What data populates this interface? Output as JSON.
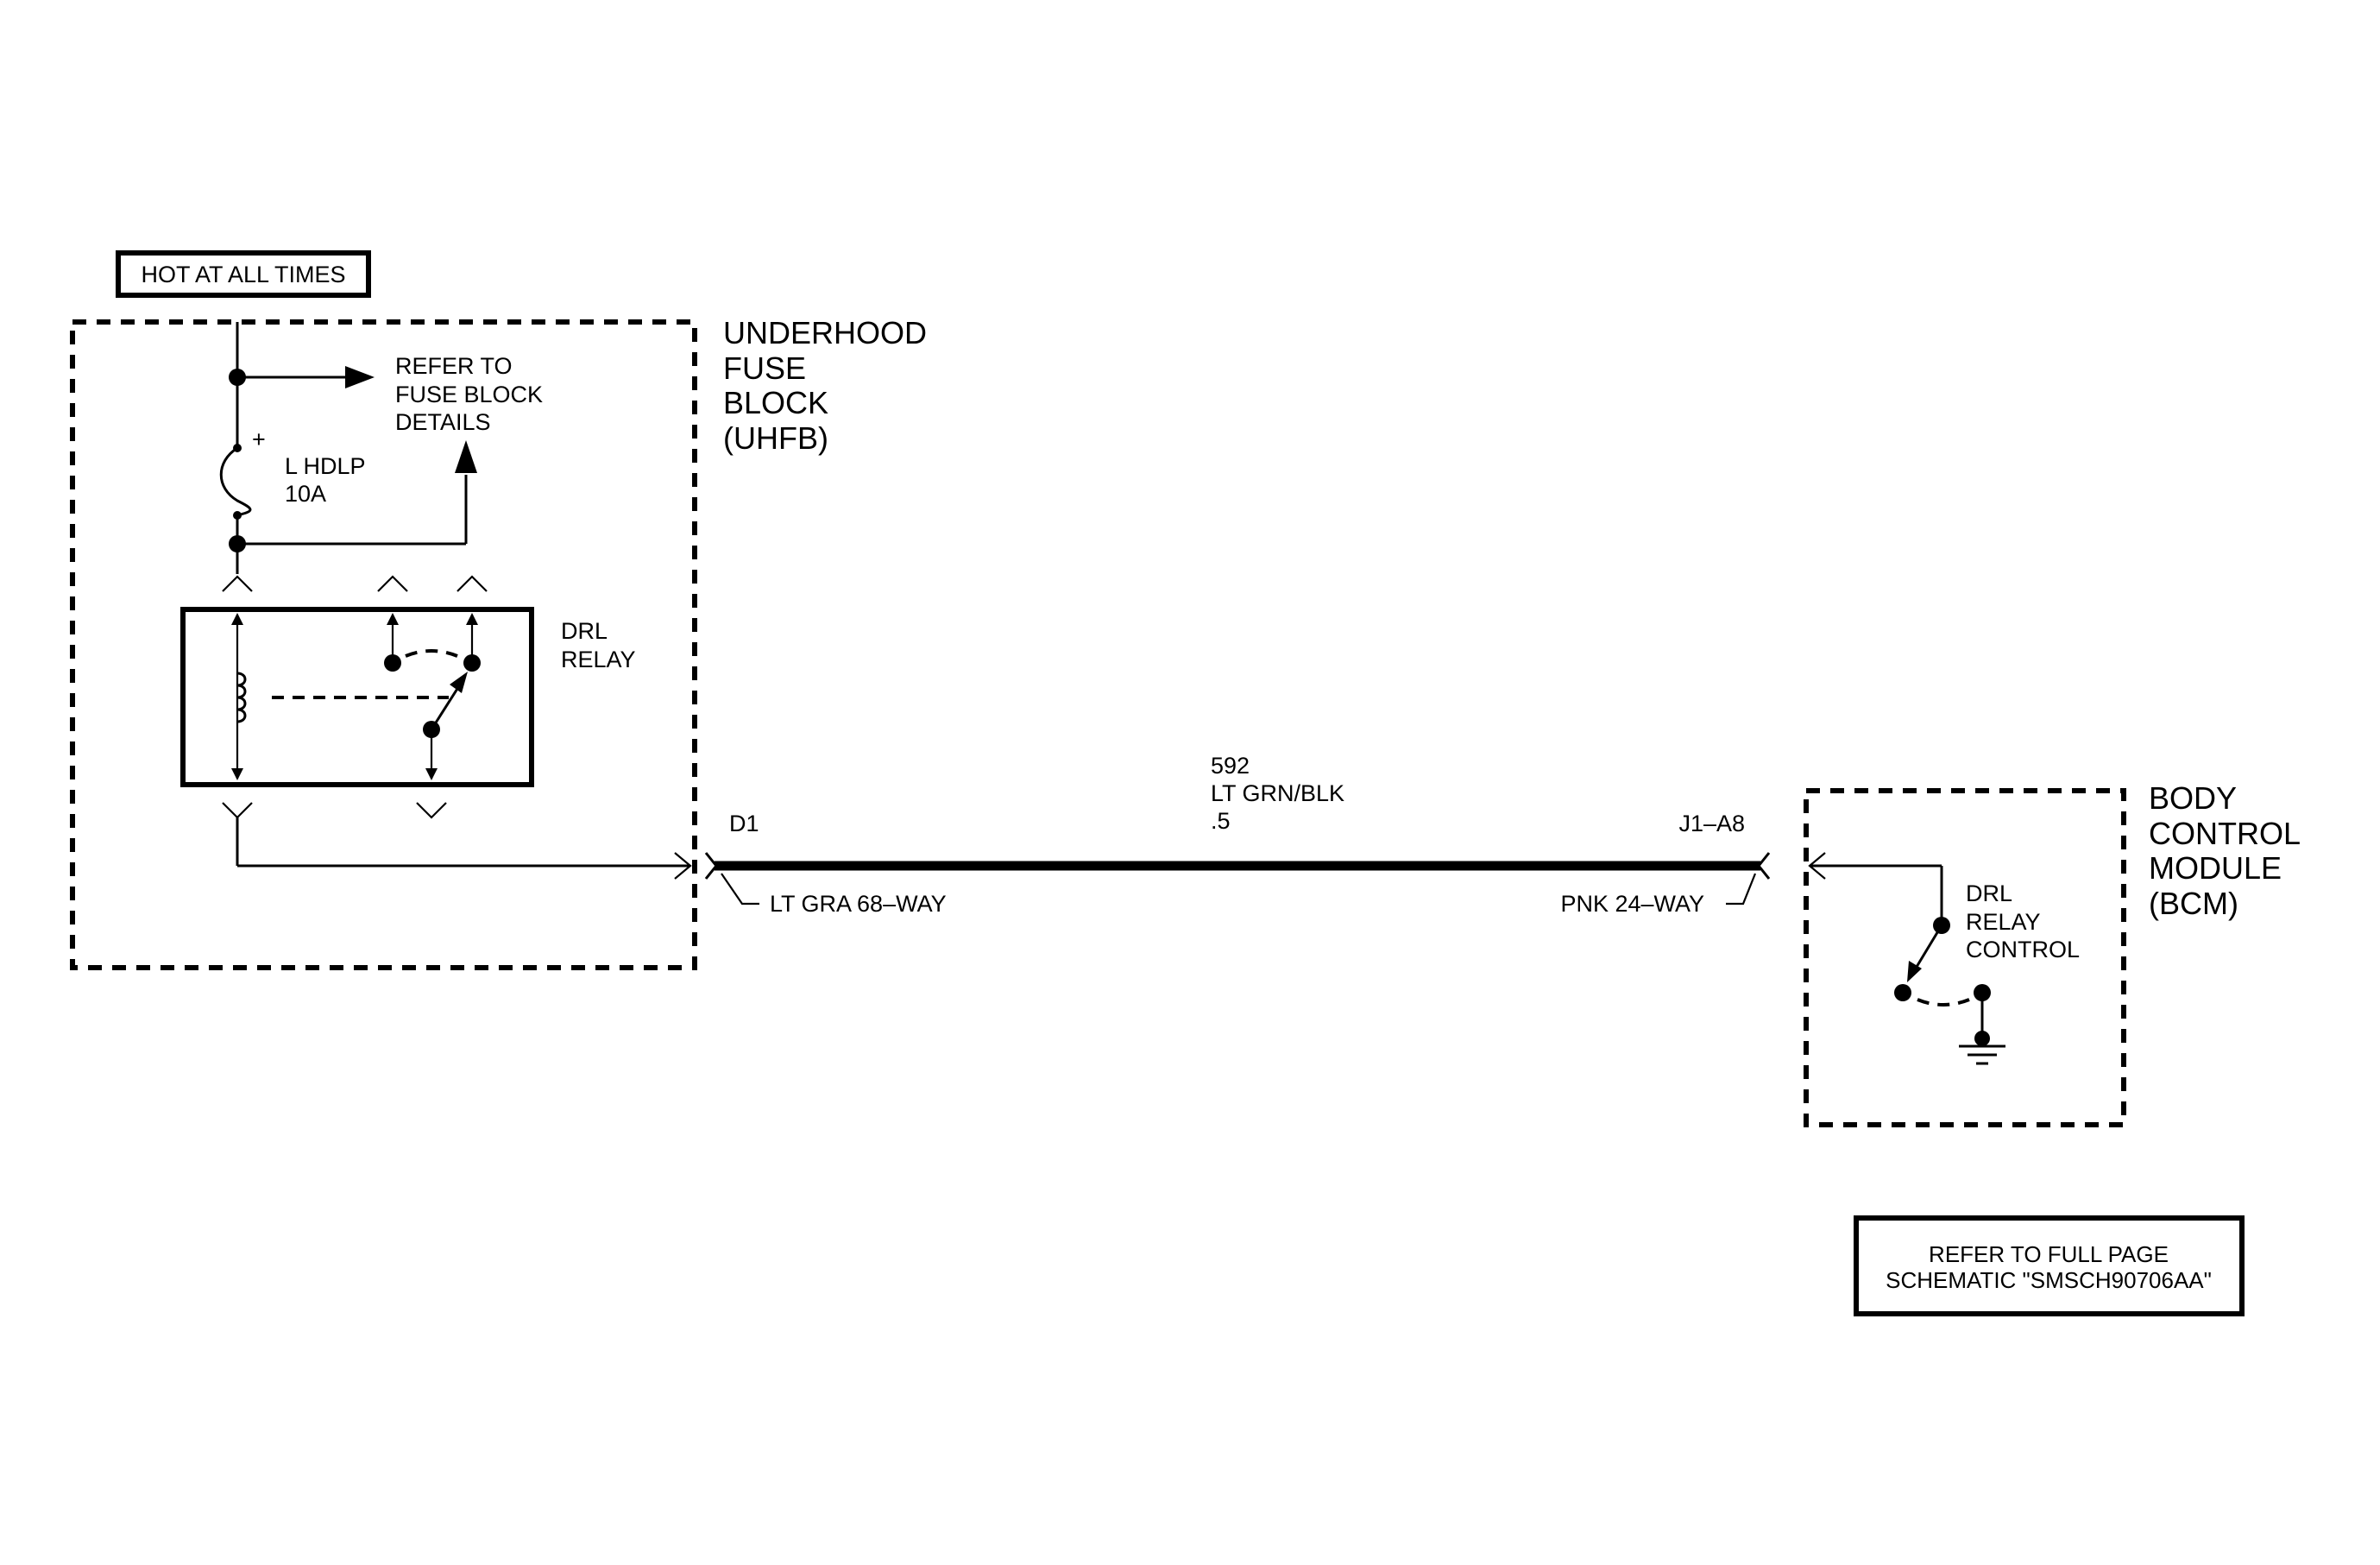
{
  "hot_label": "HOT AT ALL TIMES",
  "uhfb": {
    "title_lines": [
      "UNDERHOOD",
      "FUSE",
      "BLOCK",
      "(UHFB)"
    ],
    "refer_lines": [
      "REFER TO",
      "FUSE BLOCK",
      "DETAILS"
    ],
    "fuse_name": "L HDLP",
    "fuse_rating": "10A",
    "fuse_polarity": "+",
    "relay_lines": [
      "DRL",
      "RELAY"
    ]
  },
  "wire": {
    "circuit": "592",
    "color": "LT GRN/BLK",
    "gauge": ".5",
    "left_pin": "D1",
    "right_pin": "J1–A8",
    "left_connector": "LT GRA 68–WAY",
    "right_connector": "PNK 24–WAY"
  },
  "bcm": {
    "title_lines": [
      "BODY",
      "CONTROL",
      "MODULE",
      "(BCM)"
    ],
    "control_lines": [
      "DRL",
      "RELAY",
      "CONTROL"
    ]
  },
  "refer_full": [
    "REFER TO FULL PAGE",
    "SCHEMATIC \"SMSCH90706AA\""
  ]
}
